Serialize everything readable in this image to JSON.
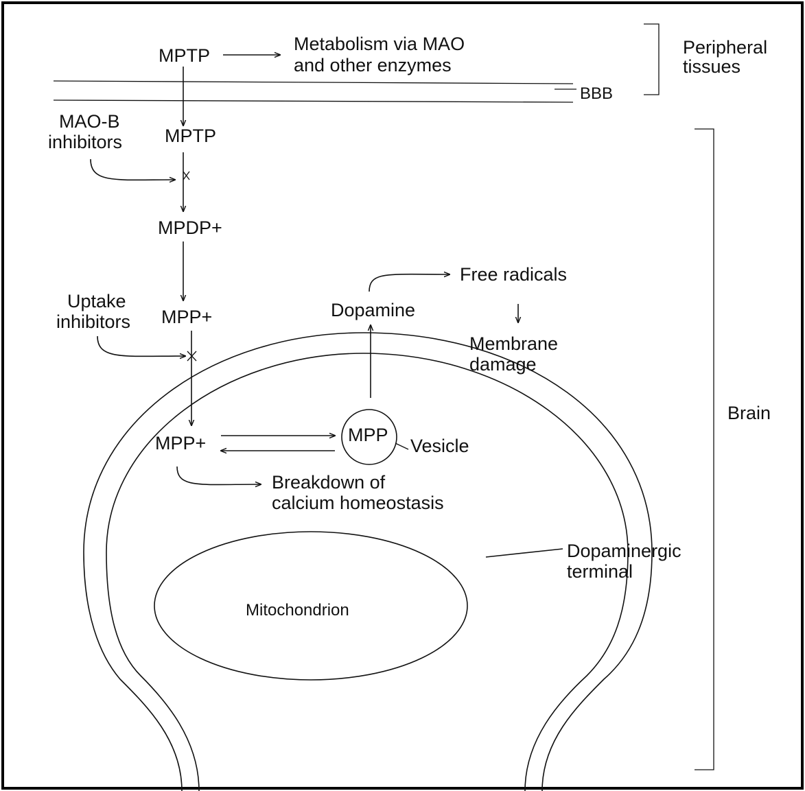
{
  "labels": {
    "mptp_top": "MPTP",
    "metabolism_line1": "Metabolism via MAO",
    "metabolism_line2": "and other enzymes",
    "peripheral_line1": "Peripheral",
    "peripheral_line2": "tissues",
    "bbb": "BBB",
    "maob_line1": "MAO-B",
    "maob_line2": "inhibitors",
    "mptp_brain": "MPTP",
    "mpdp": "MPDP+",
    "uptake_line1": "Uptake",
    "uptake_line2": "inhibitors",
    "mpp_outside": "MPP+",
    "dopamine": "Dopamine",
    "free_radicals": "Free radicals",
    "membrane_line1": "Membrane",
    "membrane_line2": "damage",
    "brain": "Brain",
    "mpp_inside": "MPP+",
    "mpp_vesicle": "MPP",
    "vesicle": "Vesicle",
    "breakdown_line1": "Breakdown of",
    "breakdown_line2": "calcium homeostasis",
    "dopaminergic_line1": "Dopaminergic",
    "dopaminergic_line2": "terminal",
    "mitochondrion": "Mitochondrion"
  }
}
